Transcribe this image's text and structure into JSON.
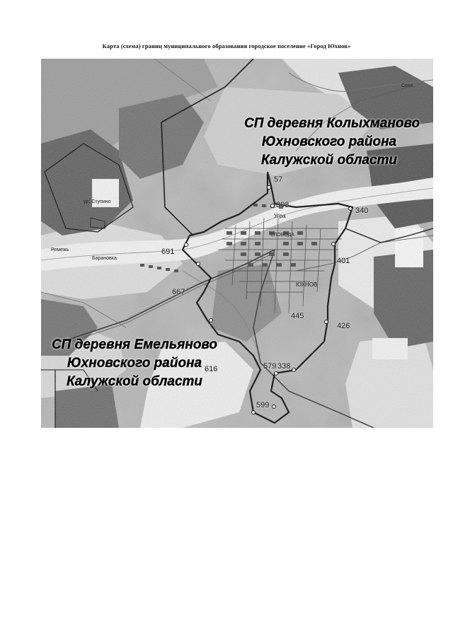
{
  "title": "Карта (схема) границ муниципального образования городское поселение «Город Юхнов»",
  "regions": {
    "kolykhmanovo": [
      "СП деревня Колыхманово",
      "Юхновского района",
      "Калужской области"
    ],
    "emelyanovo": [
      "СП деревня Емельяново",
      "Юхновского района",
      "Калужской области"
    ]
  },
  "boundary_points": [
    "57",
    "308",
    "340",
    "401",
    "426",
    "445",
    "338",
    "579",
    "599",
    "616",
    "667",
    "691"
  ],
  "place_names": {
    "ugra": "Угра",
    "yukhnov": "ЮХНОВ",
    "baranovka": "Барановка",
    "remezh": "Ремежь",
    "sloboda": "СЛОБОДА",
    "sokha": "Соха",
    "street_stupino": "ур. Ступино"
  }
}
